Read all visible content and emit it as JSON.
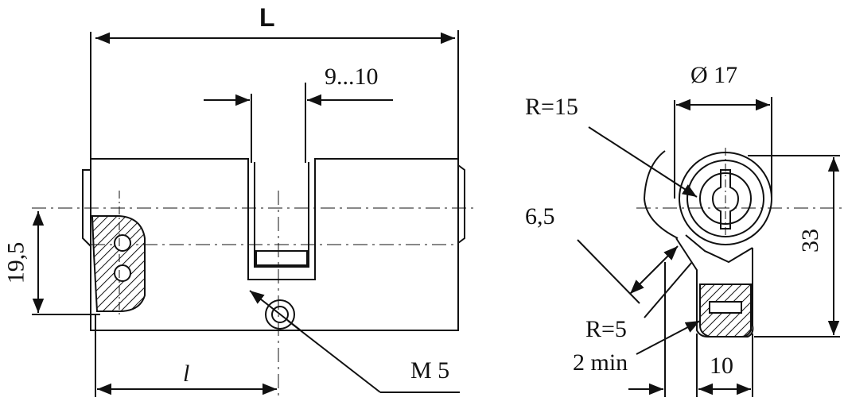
{
  "side_view": {
    "length_label": "L",
    "cam_width_label": "9...10",
    "height_label": "19,5",
    "half_length_label": "l",
    "screw_label": "M 5"
  },
  "front_view": {
    "diameter_label": "Ø 17",
    "radius_top_label": "R=15",
    "neck_label": "6,5",
    "radius_bottom_label": "R=5",
    "min_label": "2 min",
    "width_label": "10",
    "height_label": "33"
  },
  "colors": {
    "ink": "#111111",
    "paper": "#ffffff"
  }
}
